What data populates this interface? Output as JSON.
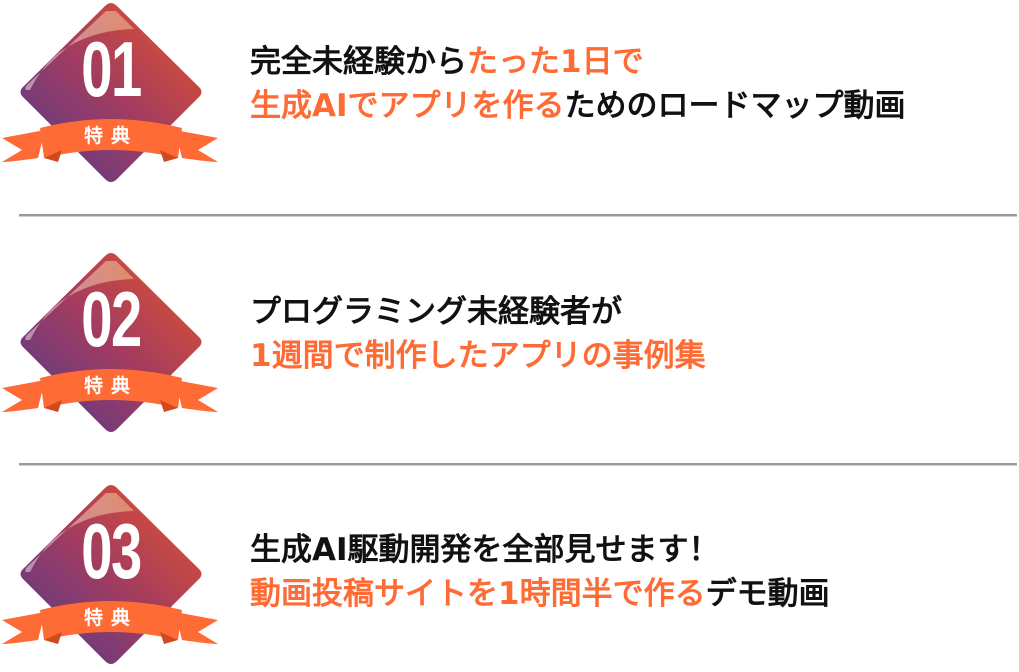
{
  "colors": {
    "accent_orange": "#ff6b35",
    "text_black": "#111111",
    "badge_gradient_start": "#5b3b8c",
    "badge_gradient_mid": "#a13a5e",
    "badge_gradient_end": "#e2502f",
    "ribbon": "#ff6b35",
    "divider": "#9a9a9a"
  },
  "items": [
    {
      "badge_number": "01",
      "badge_label": "特典",
      "line1": [
        {
          "text": "完全未経験から",
          "color": "black"
        },
        {
          "text": "たった1日で",
          "color": "orange"
        }
      ],
      "line2": [
        {
          "text": "生成AIでアプリを作る",
          "color": "orange"
        },
        {
          "text": "ためのロードマップ動画",
          "color": "black"
        }
      ]
    },
    {
      "badge_number": "02",
      "badge_label": "特典",
      "line1": [
        {
          "text": "プログラミング未経験者が",
          "color": "black"
        }
      ],
      "line2": [
        {
          "text": "1週間で制作したアプリの事例集",
          "color": "orange"
        }
      ]
    },
    {
      "badge_number": "03",
      "badge_label": "特典",
      "line1": [
        {
          "text": "生成AI駆動開発を全部見せます！",
          "color": "black"
        }
      ],
      "line2": [
        {
          "text": "動画投稿サイトを1時間半で作る",
          "color": "orange"
        },
        {
          "text": "デモ動画",
          "color": "black"
        }
      ]
    }
  ]
}
